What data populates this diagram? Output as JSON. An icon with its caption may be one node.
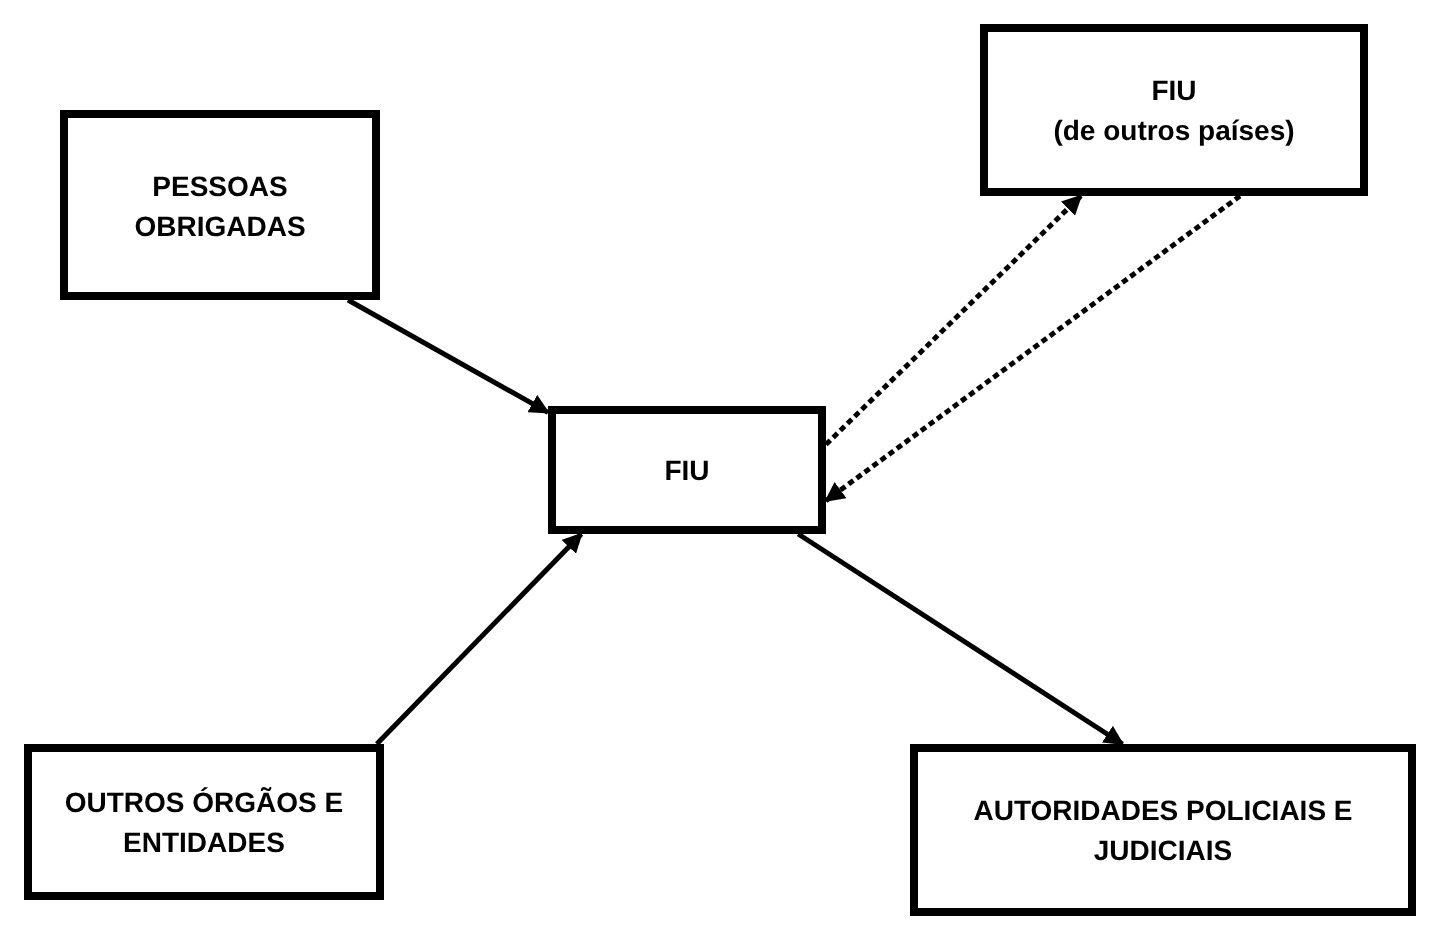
{
  "diagram": {
    "nodes": [
      {
        "text": [
          "PESSOAS OBRIGADAS"
        ]
      },
      {
        "text": [
          "FIU",
          "(de outros países)"
        ]
      },
      {
        "text": [
          "FIU"
        ]
      },
      {
        "text": [
          "OUTROS ÓRGÃOS E ENTIDADES"
        ]
      },
      {
        "text": [
          "AUTORIDADES POLICIAIS E JUDICIAIS"
        ]
      }
    ],
    "edges": [
      {
        "from": 0,
        "to": 2,
        "arrow": "to"
      },
      {
        "from": 3,
        "to": 2,
        "arrow": "to"
      },
      {
        "from": 2,
        "to": 4,
        "arrow": "to"
      },
      {
        "from": 2,
        "to": 1,
        "arrow": "to",
        "style": "dashed"
      },
      {
        "from": 1,
        "to": 2,
        "arrow": "to",
        "style": "dashed"
      }
    ]
  }
}
